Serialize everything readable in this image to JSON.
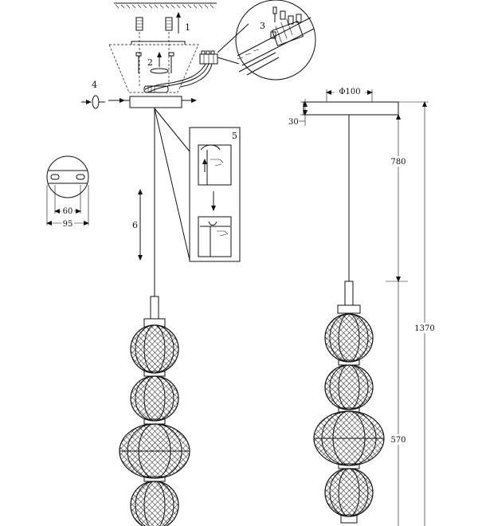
{
  "steps": {
    "s1": "1",
    "s2": "2",
    "s3": "3",
    "s4": "4",
    "s5": "5",
    "s6": "6"
  },
  "dimensions": {
    "hole_spacing": "60",
    "plate_width": "95",
    "canopy_diameter": "Φ100",
    "canopy_height": "30",
    "cable_length": "780",
    "total_height": "1370",
    "body_height": "570"
  },
  "colors": {
    "line": "#111111",
    "background": "#ffffff"
  }
}
